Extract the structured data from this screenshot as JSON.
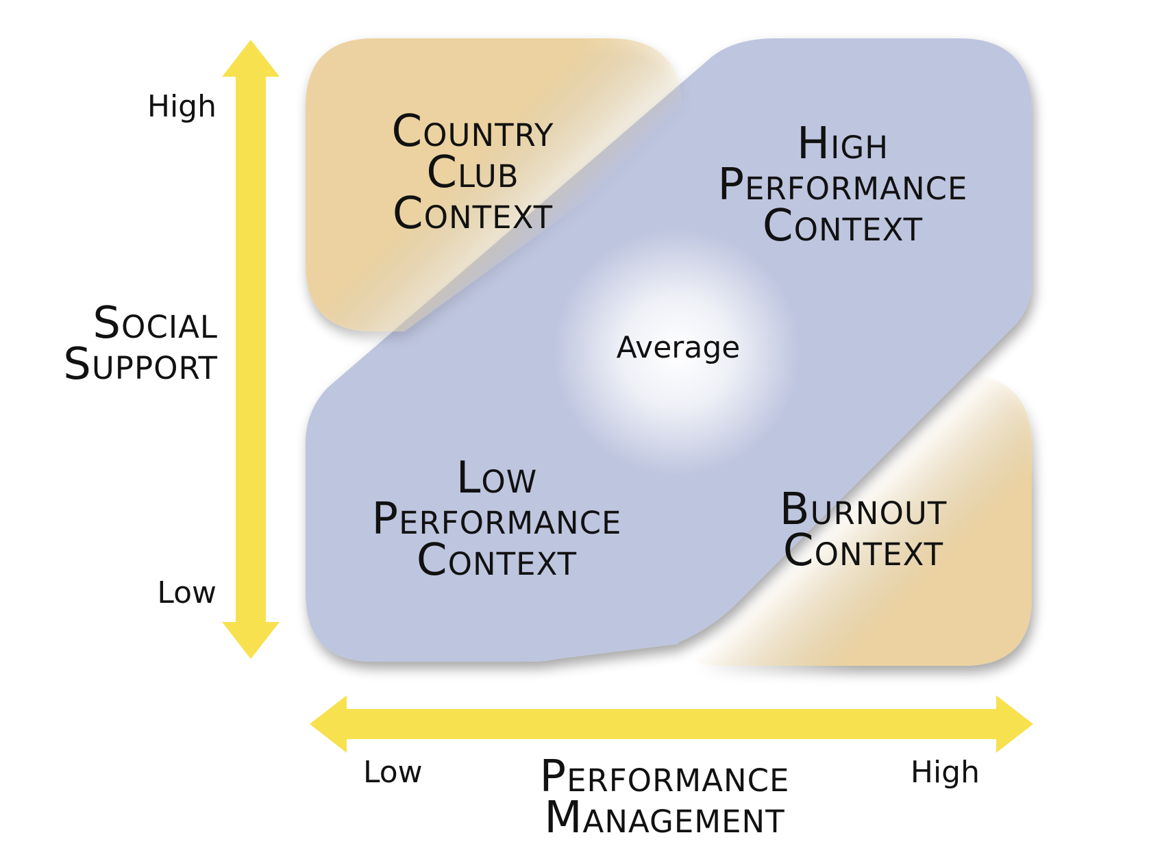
{
  "colors": {
    "arrow": "#f8e14f",
    "blue_region": "#bec5df",
    "tan_region": "#ebd2a0",
    "text": "#111111",
    "center_glow": "#ffffff"
  },
  "y_axis": {
    "title_line1": "Social",
    "title_line2": "Support",
    "high": "High",
    "low": "Low"
  },
  "x_axis": {
    "title_line1": "Performance",
    "title_line2": "Management",
    "low": "Low",
    "high": "High"
  },
  "quadrants": {
    "top_left": {
      "line1": "Country",
      "line2": "Club",
      "line3": "Context"
    },
    "top_right": {
      "line1": "High",
      "line2": "Performance",
      "line3": "Context"
    },
    "bottom_left": {
      "line1": "Low",
      "line2": "Performance",
      "line3": "Context"
    },
    "bottom_right": {
      "line1": "Burnout",
      "line2": "Context"
    }
  },
  "center": {
    "label": "Average"
  }
}
